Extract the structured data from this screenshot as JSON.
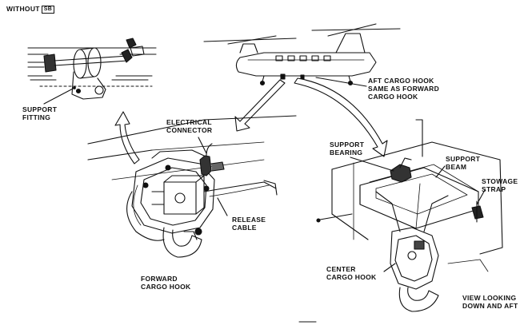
{
  "header": {
    "text": "WITHOUT",
    "badge": "SB"
  },
  "labels": {
    "support_fitting": [
      "SUPPORT",
      "FITTING"
    ],
    "electrical_connector": [
      "ELECTRICAL",
      "CONNECTOR"
    ],
    "aft_cargo_hook": [
      "AFT CARGO HOOK",
      "SAME AS FORWARD",
      "CARGO HOOK"
    ],
    "support_bearing": [
      "SUPPORT",
      "BEARING"
    ],
    "support_beam": [
      "SUPPORT",
      "BEAM"
    ],
    "stowage_strap": [
      "STOWAGE",
      "STRAP"
    ],
    "release_cable": [
      "RELEASE",
      "CABLE"
    ],
    "forward_cargo_hook": [
      "FORWARD",
      "CARGO HOOK"
    ],
    "center_cargo_hook": [
      "CENTER",
      "CARGO HOOK"
    ],
    "view": [
      "VIEW LOOKING",
      "DOWN AND AFT"
    ]
  },
  "colors": {
    "ink": "#111111",
    "paper": "#ffffff"
  }
}
